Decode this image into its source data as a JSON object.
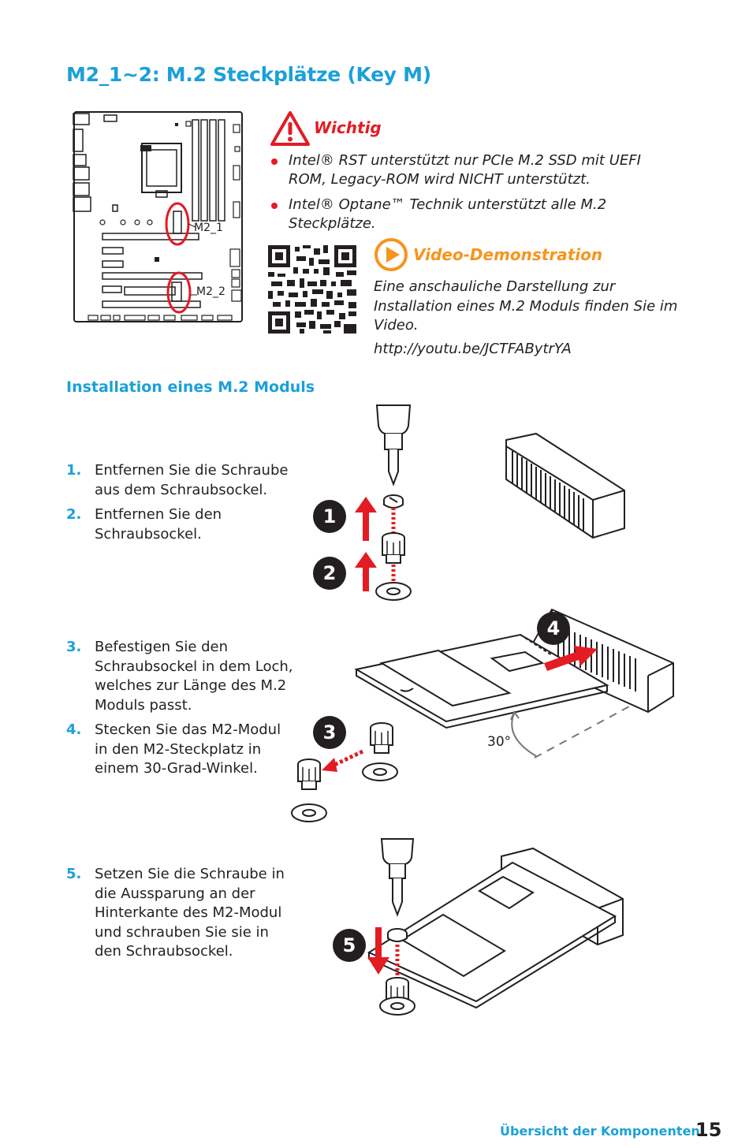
{
  "heading": "M2_1~2: M.2 Steckplätze (Key M)",
  "board": {
    "slot1_label": "M2_1",
    "slot2_label": "M2_2"
  },
  "important": {
    "title": "Wichtig",
    "notes": [
      "Intel® RST unterstützt nur PCIe M.2 SSD mit UEFI ROM, Legacy-ROM wird NICHT unterstützt.",
      "Intel® Optane™ Technik unterstützt alle M.2 Steckplätze."
    ]
  },
  "video": {
    "title": "Video-Demonstration",
    "description": "Eine anschauliche Darstellung zur Installation eines M.2 Moduls finden Sie im Video.",
    "url": "http://youtu.be/JCTFABytrYA"
  },
  "install_heading": "Installation eines M.2 Moduls",
  "steps": [
    {
      "num": "1.",
      "text": "Entfernen Sie die Schraube aus dem Schraubsockel."
    },
    {
      "num": "2.",
      "text": "Entfernen Sie den Schraubsockel."
    },
    {
      "num": "3.",
      "text": "Befestigen Sie den Schraubsockel in dem Loch, welches zur Länge des M.2 Moduls passt."
    },
    {
      "num": "4.",
      "text": "Stecken Sie das M2-Modul in den M2-Steckplatz in einem 30-Grad-Winkel."
    },
    {
      "num": "5.",
      "text": "Setzen Sie die Schraube in die Aussparung an der Hinterkante des M2-Modul und schrauben Sie sie in den Schraubsockel."
    }
  ],
  "callouts": [
    "1",
    "2",
    "3",
    "4",
    "5"
  ],
  "angle_label": "30°",
  "footer": {
    "section": "Übersicht der Komponenten",
    "page": "15"
  },
  "colors": {
    "accent_blue": "#1ba0d8",
    "warning_red": "#e31b23",
    "video_orange": "#f7941d",
    "text": "#231f20"
  },
  "icons": [
    "warning-triangle-icon",
    "play-icon",
    "qr-code"
  ]
}
